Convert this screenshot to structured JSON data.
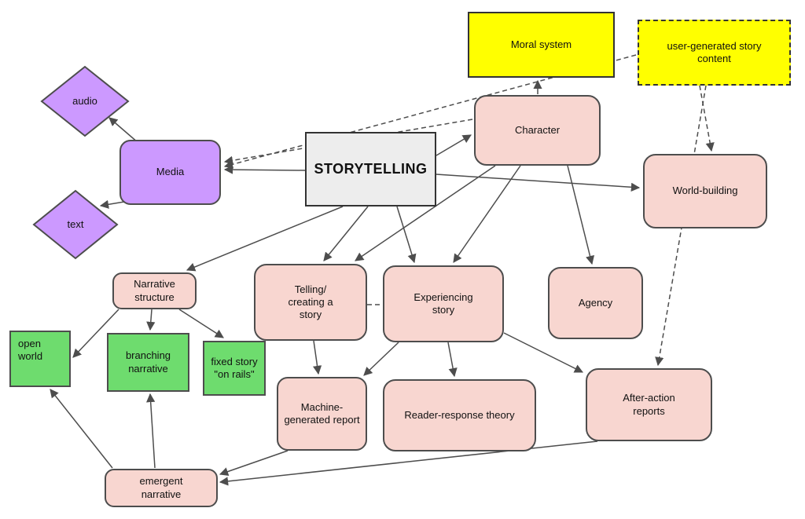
{
  "title": "Storytelling concept map",
  "colors": {
    "pink": "#f8d6d0",
    "purple": "#cc99ff",
    "green": "#6edc6e",
    "yellow": "#ffff00",
    "gray": "#ededed",
    "line": "#4d4d4d",
    "border": "#4d4d4d"
  },
  "nodes": {
    "storytelling": {
      "label": "STORYTELLING"
    },
    "media": {
      "label": "Media"
    },
    "audio": {
      "label": "audio"
    },
    "text": {
      "label": "text"
    },
    "moral_system": {
      "label": "Moral system"
    },
    "user_generated": {
      "label": "user-generated story content"
    },
    "character": {
      "label": "Character"
    },
    "world_building": {
      "label": "World-building"
    },
    "narrative_structure": {
      "label": "Narrative structure"
    },
    "telling": {
      "label": "Telling/ creating a story"
    },
    "experiencing": {
      "label": "Experiencing story"
    },
    "agency": {
      "label": "Agency"
    },
    "open_world": {
      "label": "open world"
    },
    "branching_narrative": {
      "label": "branching narrative"
    },
    "fixed_story": {
      "label": "fixed story \"on rails\""
    },
    "machine_report": {
      "label": "Machine-generated report"
    },
    "reader_response": {
      "label": "Reader-response theory"
    },
    "after_action": {
      "label": "After-action reports"
    },
    "emergent_narrative": {
      "label": "emergent narrative"
    }
  }
}
